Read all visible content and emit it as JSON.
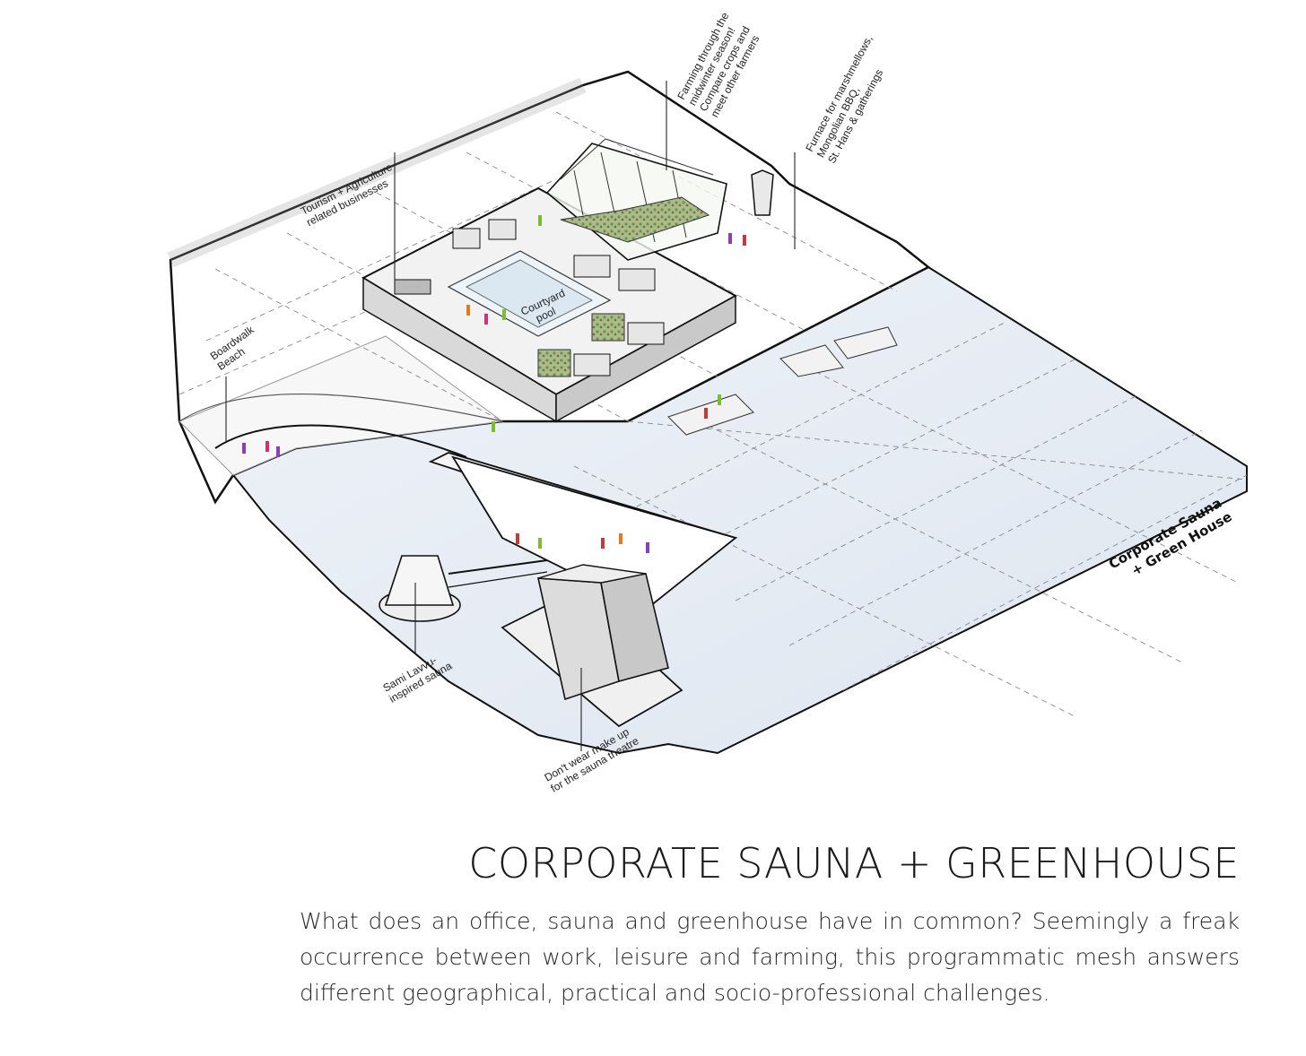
{
  "title": "CORPORATE SAUNA + GREENHOUSE",
  "description": "What does an office, sauna and greenhouse have in common? Seemingly a freak occurrence between work, leisure and farming, this programmatic mesh answers different geographical, practical and socio-professional challenges.",
  "site_label": {
    "line1": "Corporate Sauna",
    "line2": "+ Green House"
  },
  "annotations": {
    "farming": [
      "Farming through the",
      "midwinter season!",
      "Compare crops and",
      "meet other farmers"
    ],
    "furnace": [
      "Furnace for marshmellows,",
      "Mongolian BBQ,",
      "St. Hans & gatherings"
    ],
    "tourism": [
      "Tourism + Agriculture",
      "related businesses"
    ],
    "courtyard": [
      "Courtyard",
      "pool"
    ],
    "boardwalk": [
      "Boardwalk",
      "Beach"
    ],
    "sami": [
      "Sami Lavvu-",
      "inspired sauna"
    ],
    "makeup": [
      "Don't wear make up",
      "for the sauna theatre"
    ]
  },
  "colors": {
    "water": "#e7edf5",
    "ground": "#ffffff",
    "outline": "#111111",
    "greenery": "#7f9a62",
    "people": [
      "#8b3fb0",
      "#d0306f",
      "#e07b1f",
      "#7bbd2e",
      "#c43a3a"
    ]
  }
}
